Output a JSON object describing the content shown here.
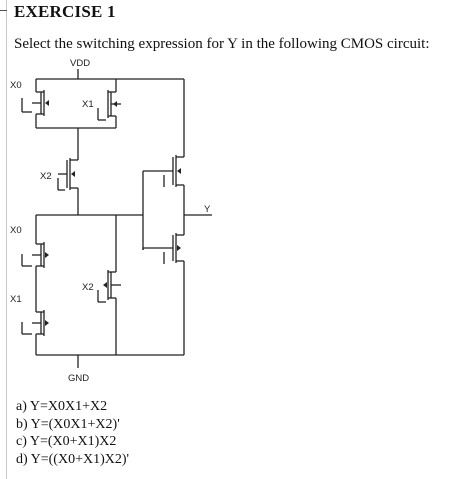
{
  "heading": "EXERCISE 1",
  "prompt": "Select the switching expression for Y in the following CMOS circuit:",
  "circuit": {
    "supply_label": "VDD",
    "ground_label": "GND",
    "output_label": "Y",
    "input_labels": {
      "pmos_x0": "X0",
      "pmos_x1": "X1",
      "pmos_x2": "X2",
      "nmos_x0": "X0",
      "nmos_x1": "X1",
      "nmos_x2": "X2"
    }
  },
  "options": [
    "a) Y=X0X1+X2",
    "b) Y=(X0X1+X2)'",
    "c) Y=(X0+X1)X2",
    "d) Y=((X0+X1)X2)'"
  ]
}
